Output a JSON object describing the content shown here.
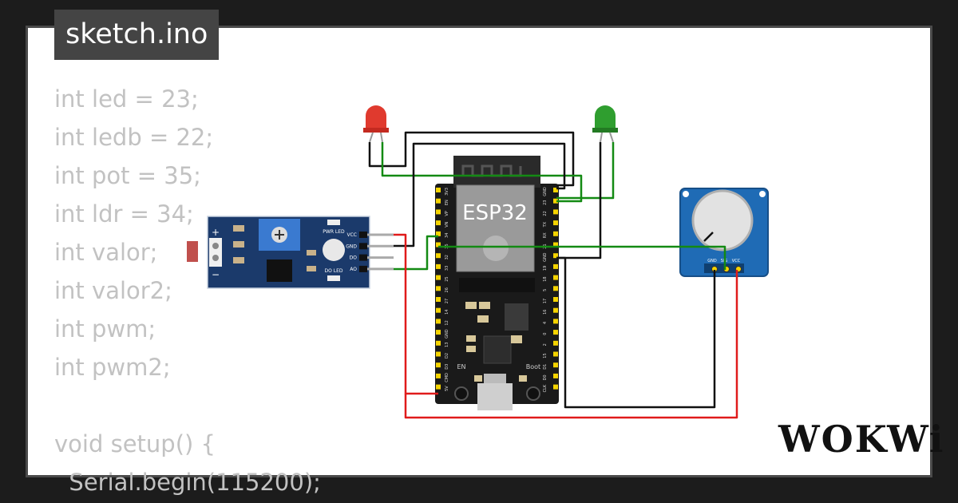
{
  "tab": {
    "filename": "sketch.ino"
  },
  "code_lines": [
    "int led = 23;",
    "int ledb = 22;",
    "int pot = 35;",
    "int ldr = 34;",
    "int valor;",
    "int valor2;",
    "int pwm;",
    "int pwm2;",
    "",
    "void setup() {",
    "  Serial.begin(115200);"
  ],
  "board": {
    "label": "ESP32",
    "left_pins": [
      "3V3",
      "EN",
      "VP",
      "VN",
      "34",
      "35",
      "32",
      "33",
      "25",
      "26",
      "27",
      "14",
      "12",
      "GND",
      "13",
      "D2",
      "D3",
      "CMD",
      "5V"
    ],
    "right_pins": [
      "GND",
      "23",
      "22",
      "TX",
      "RX",
      "21",
      "GND",
      "19",
      "18",
      "5",
      "17",
      "16",
      "4",
      "0",
      "2",
      "15",
      "D1",
      "D0",
      "CLK"
    ],
    "en_label": "EN",
    "boot_label": "Boot"
  },
  "sensor": {
    "plus_label": "+",
    "minus_label": "−",
    "pin_labels": [
      "VCC",
      "GND",
      "DO",
      "AO"
    ],
    "pwr_led_label": "PWR LED",
    "do_led_label": "DO LED"
  },
  "potentiometer": {
    "pin_labels": [
      "GND",
      "SIG",
      "VCC"
    ]
  },
  "leds": [
    {
      "name": "red",
      "color": "#e03a2e"
    },
    {
      "name": "green",
      "color": "#2f9e2f"
    }
  ],
  "colors": {
    "wire_black": "#111111",
    "wire_green": "#138a13",
    "wire_red": "#e01b1b",
    "board": "#1a1a1a",
    "module_blue": "#1b3a6b",
    "pot_blue": "#1f6bb5"
  },
  "brand": {
    "logo_text": "WOKWi"
  }
}
